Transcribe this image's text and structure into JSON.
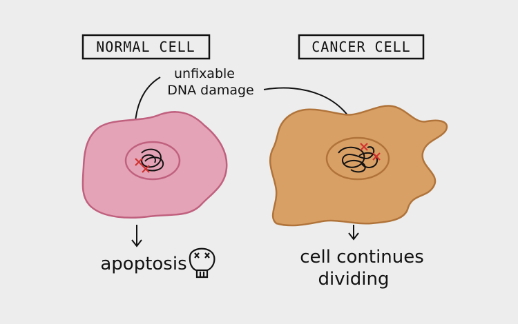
{
  "labels": {
    "normal_cell": "NORMAL CELL",
    "cancer_cell": "CANCER CELL",
    "damage_line1": "unfixable",
    "damage_line2": "DNA damage",
    "outcome_normal": "apoptosis",
    "outcome_cancer_line1": "cell continues",
    "outcome_cancer_line2": "dividing"
  },
  "colors": {
    "background": "#ededed",
    "normal_cell_fill": "#e4a3b6",
    "normal_cell_outline": "#c0607f",
    "cancer_cell_fill": "#d9a066",
    "cancer_cell_outline": "#b0743a",
    "damage_mark": "#d0312d",
    "ink": "#111111"
  },
  "icons": {
    "outcome_normal": "skull-icon"
  }
}
